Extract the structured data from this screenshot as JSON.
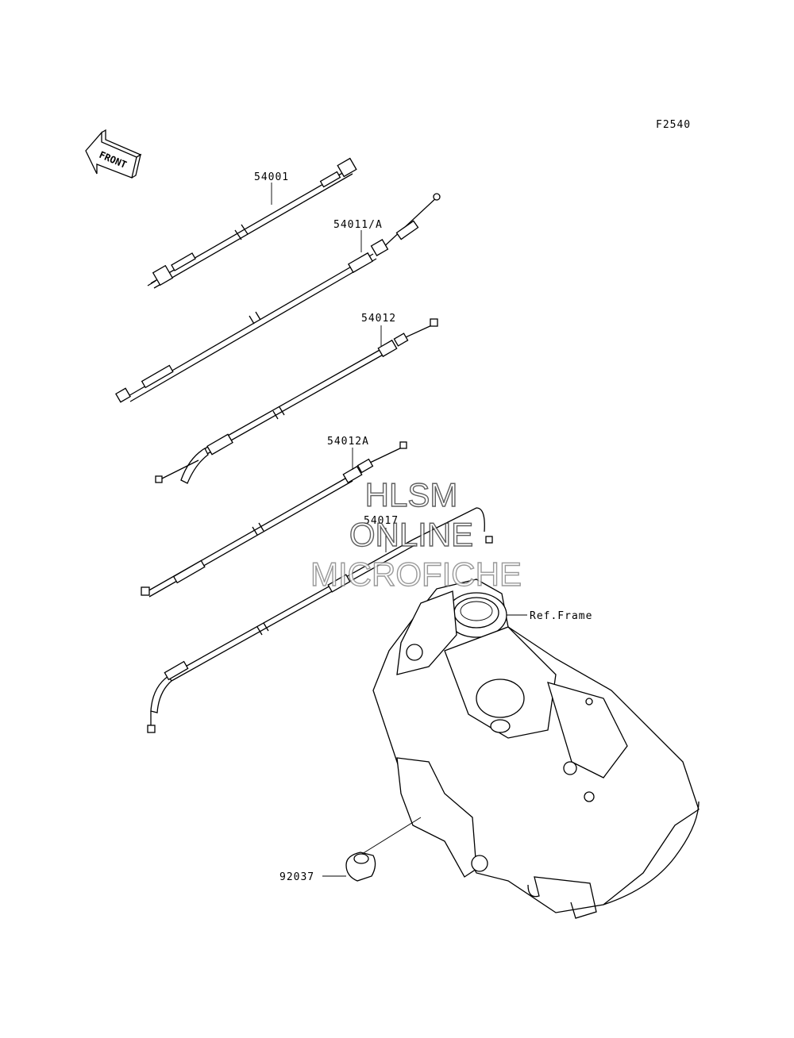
{
  "figure_code": "F2540",
  "front_arrow": {
    "text": "FRONT",
    "icon": "front-arrow-icon"
  },
  "parts": [
    {
      "number": "54001"
    },
    {
      "number": "54011/A"
    },
    {
      "number": "54012"
    },
    {
      "number": "54012A"
    },
    {
      "number": "54017"
    },
    {
      "number": "92037"
    }
  ],
  "reference": "Ref.Frame",
  "watermark": {
    "line1": "HLSM",
    "line2": "ONLINE",
    "line3": "MICROFICHE"
  }
}
